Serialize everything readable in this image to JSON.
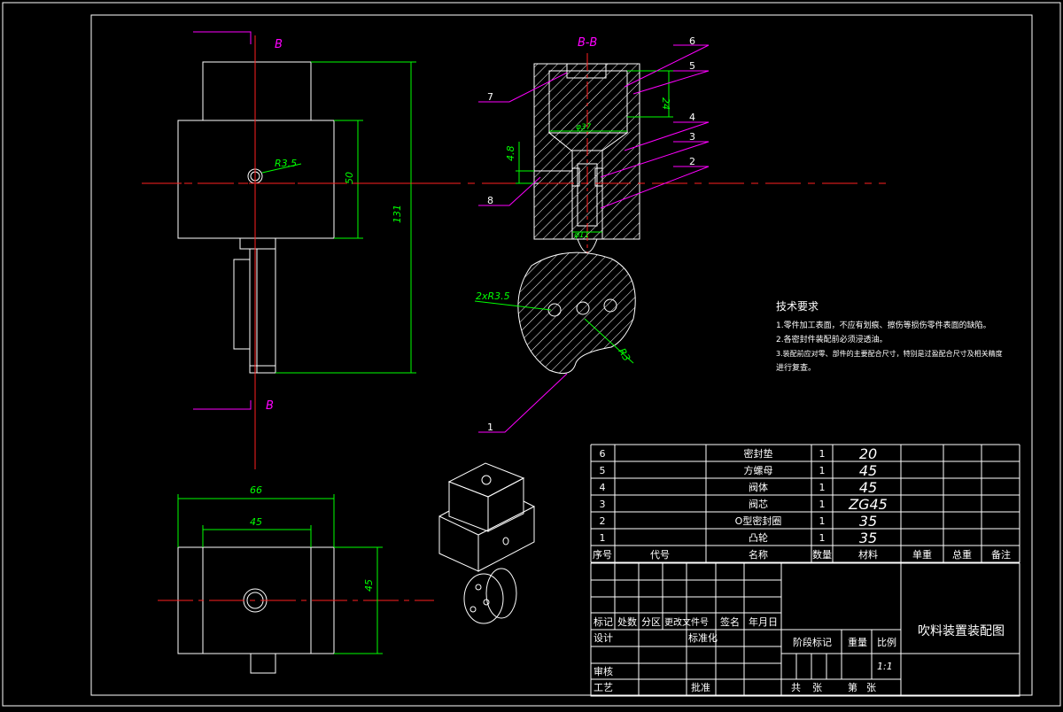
{
  "sheet": {
    "bg": "#000000",
    "line_color": "#ffffff",
    "dim_color": "#00ff00",
    "section_color": "#ff00ff",
    "center_color": "#ff2020"
  },
  "section": {
    "b_top": "B",
    "b_bottom": "B",
    "title": "B-B"
  },
  "dims": {
    "height_total": "131",
    "height_body": "50",
    "r35": "R3.5",
    "width_66": "66",
    "width_45": "45",
    "height_45": "45",
    "dim_24": "24",
    "dim_48": "4.8",
    "bore_top": "φ37",
    "bore_bottom": "φ11",
    "cam_holes": "2xR3.5",
    "cam_r3": "R3"
  },
  "balloons": [
    "1",
    "2",
    "3",
    "4",
    "5",
    "6",
    "7",
    "8"
  ],
  "tech": {
    "heading": "技术要求",
    "lines": [
      "1.零件加工表面，不应有划痕、擦伤等损伤零件表面的缺陷。",
      "2.各密封件装配前必须浸透油。",
      "3.装配前应对零、部件的主要配合尺寸，特别是过盈配合尺寸及相关精度",
      "进行复查。"
    ]
  },
  "bom": {
    "headers": [
      "序号",
      "代号",
      "名称",
      "数量",
      "材料",
      "单重",
      "总重",
      "备注"
    ],
    "rows": [
      {
        "no": "6",
        "name": "密封垫",
        "qty": "1",
        "mat": "20"
      },
      {
        "no": "5",
        "name": "方螺母",
        "qty": "1",
        "mat": "45"
      },
      {
        "no": "4",
        "name": "阀体",
        "qty": "1",
        "mat": "45"
      },
      {
        "no": "3",
        "name": "阀芯",
        "qty": "1",
        "mat": "ZG45"
      },
      {
        "no": "2",
        "name": "O型密封圈",
        "qty": "1",
        "mat": "35"
      },
      {
        "no": "1",
        "name": "凸轮",
        "qty": "1",
        "mat": "35"
      }
    ]
  },
  "title_block": {
    "marks": [
      "标记",
      "处数",
      "分区",
      "更改文件号",
      "签名",
      "年月日"
    ],
    "design": "设计",
    "standard": "标准化",
    "stage": "阶段标记",
    "weight": "重量",
    "scale_label": "比例",
    "scale": "1:1",
    "check": "审核",
    "process": "工艺",
    "approve": "批准",
    "total": "共",
    "sheets": "张",
    "page": "第",
    "page_suffix": "张",
    "drawing_name": "吹料装置装配图"
  }
}
